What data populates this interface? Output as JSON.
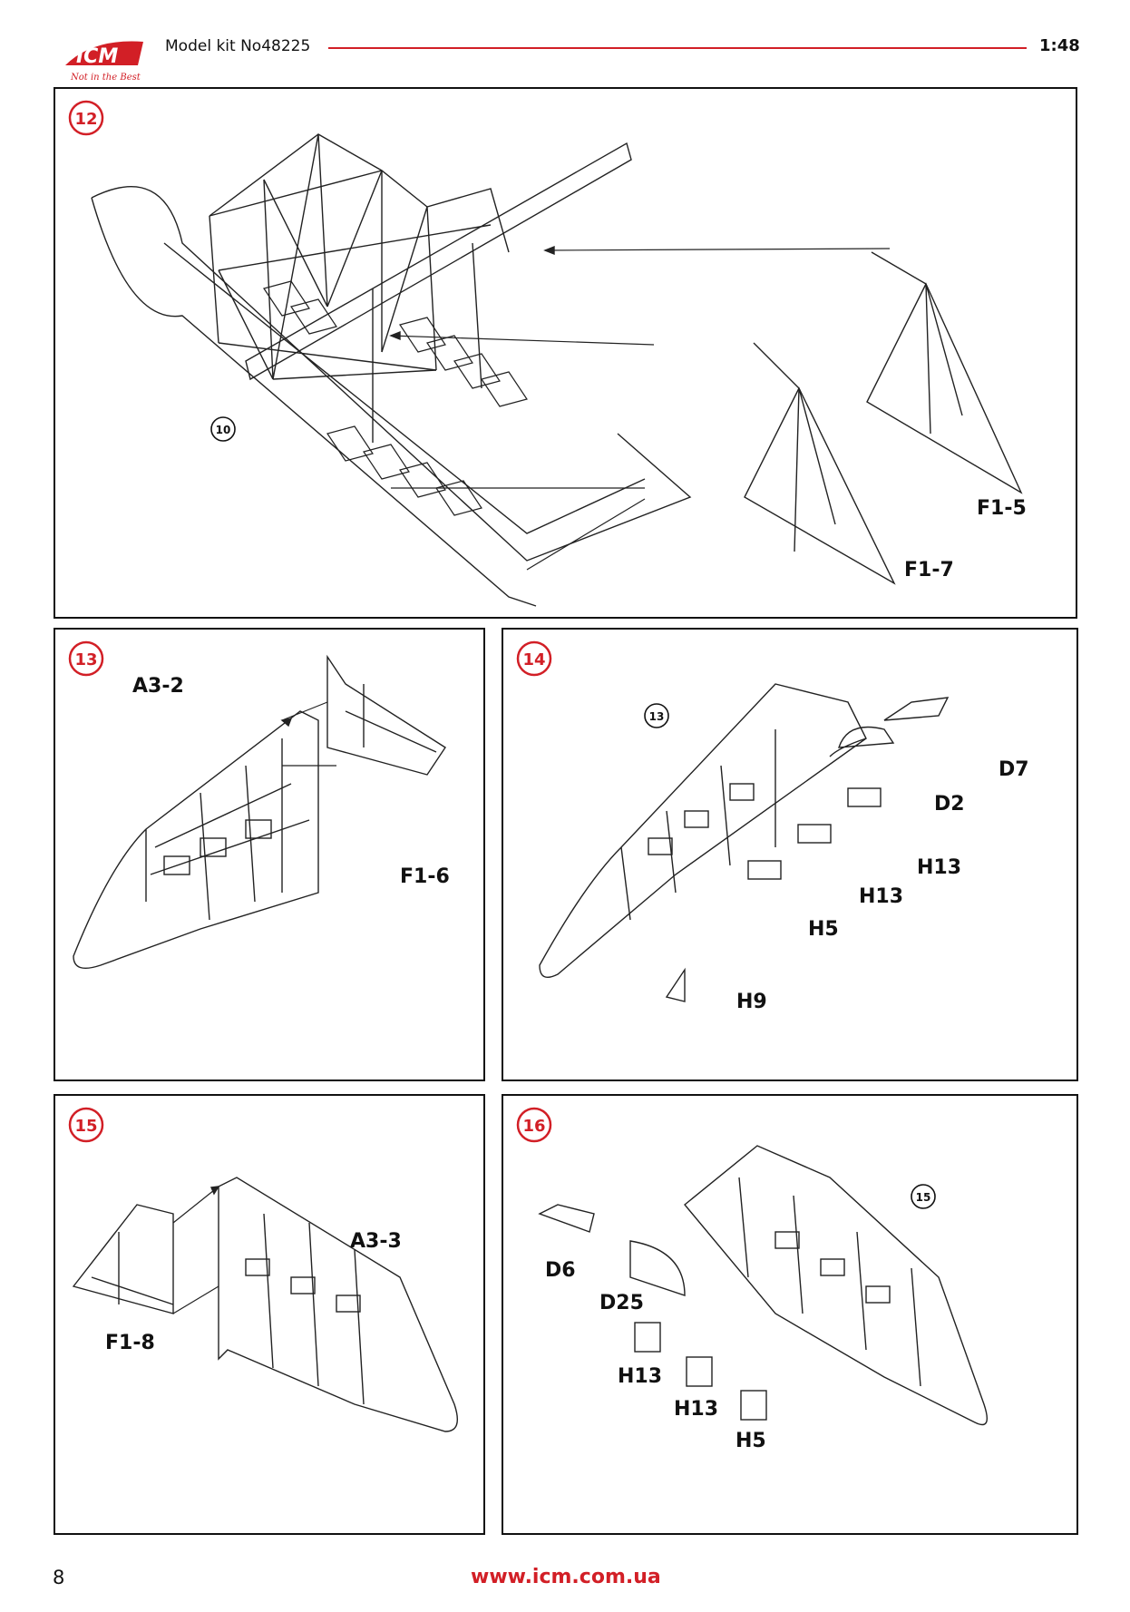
{
  "header": {
    "logo_text": "ICM",
    "logo_tagline": "Not in the Best",
    "kit_title": "Model kit No48225",
    "scale": "1:48",
    "accent_color": "#d21f26"
  },
  "steps": [
    {
      "number": "12",
      "labels": [
        "F1-5",
        "F1-7"
      ],
      "subassembly_ref": "10"
    },
    {
      "number": "13",
      "labels": [
        "A3-2",
        "F1-6"
      ]
    },
    {
      "number": "14",
      "labels": [
        "D7",
        "D2",
        "H13",
        "H13",
        "H5",
        "H9"
      ],
      "subassembly_ref": "13"
    },
    {
      "number": "15",
      "labels": [
        "A3-3",
        "F1-8"
      ]
    },
    {
      "number": "16",
      "labels": [
        "D6",
        "D25",
        "H13",
        "H13",
        "H5"
      ],
      "subassembly_ref": "15"
    }
  ],
  "footer": {
    "page_number": "8",
    "url": "www.icm.com.ua"
  }
}
